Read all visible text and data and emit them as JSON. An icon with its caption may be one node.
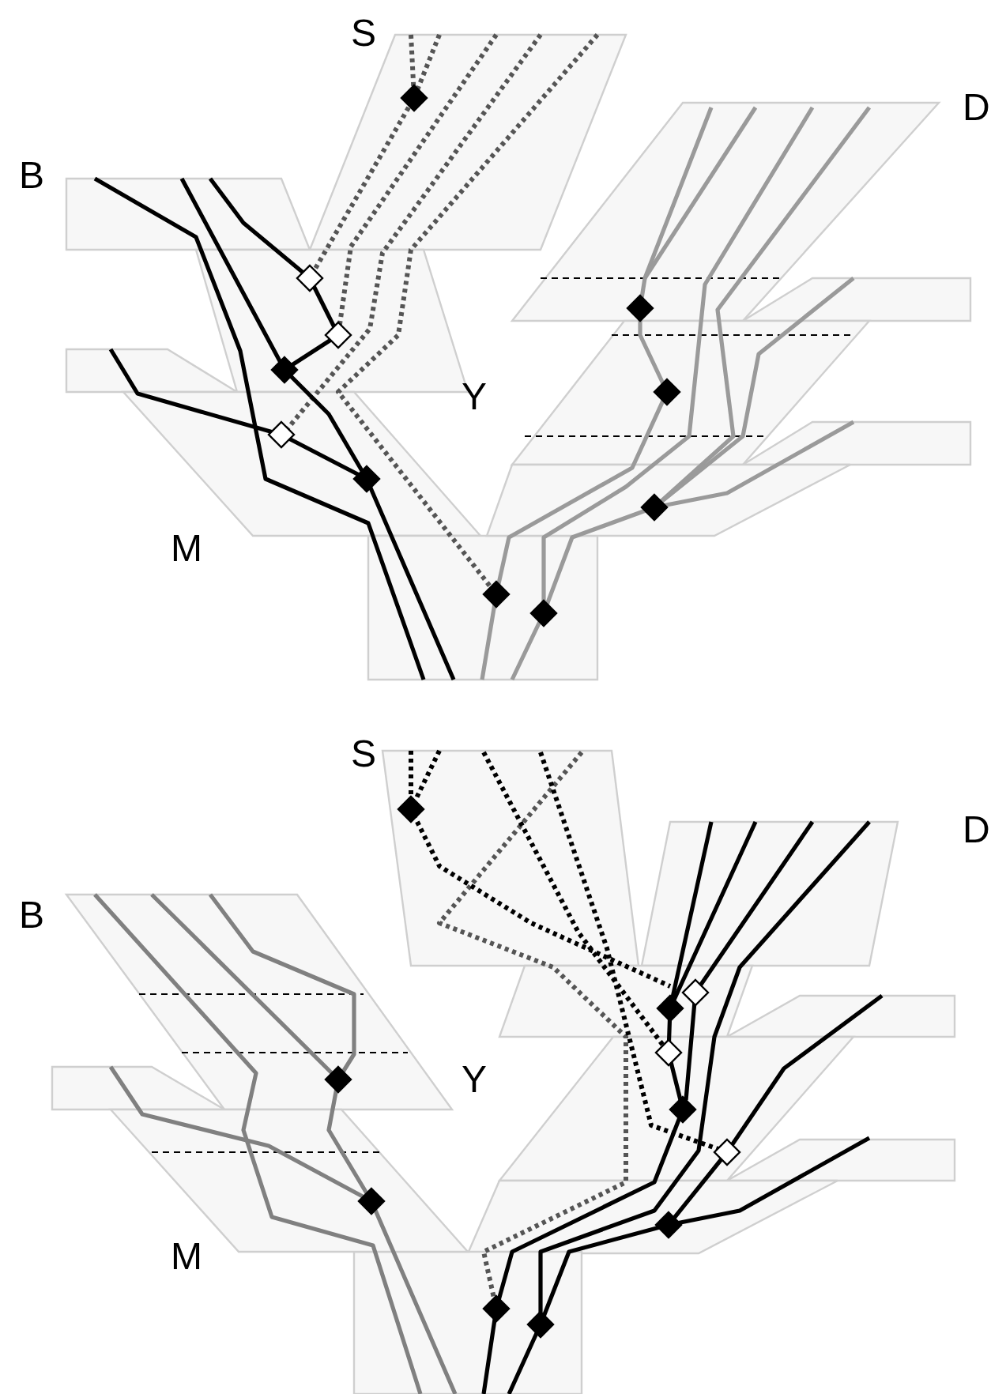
{
  "diagram": {
    "labels": [
      "S",
      "D",
      "B",
      "Y",
      "M",
      "S",
      "D",
      "B",
      "Y",
      "M"
    ]
  }
}
